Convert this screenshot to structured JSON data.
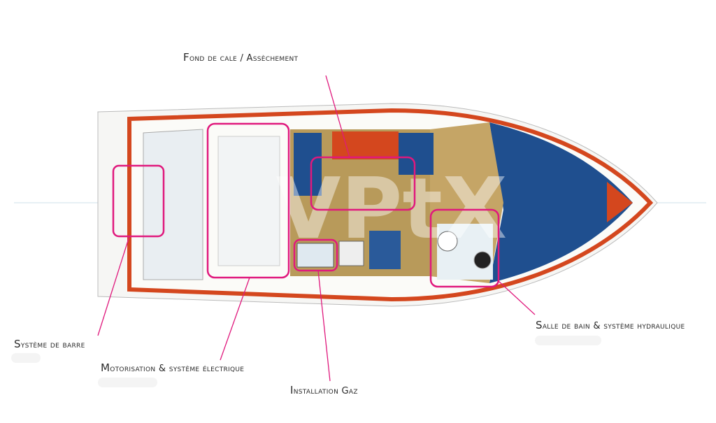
{
  "labels": {
    "fond_de_cale": "Fond de cale / Assèchement",
    "barre": "Système de barre",
    "motorisation": "Motorisation & système électrique",
    "gaz": "Installation Gaz",
    "salle_de_bain": "Salle de bain & système hydraulique"
  },
  "watermark": "VPtX",
  "colors": {
    "highlight": "#e0197d",
    "hull_red": "#d4471e",
    "cushion_blue": "#1f4f8f",
    "deck_wood": "#b89a5a"
  }
}
